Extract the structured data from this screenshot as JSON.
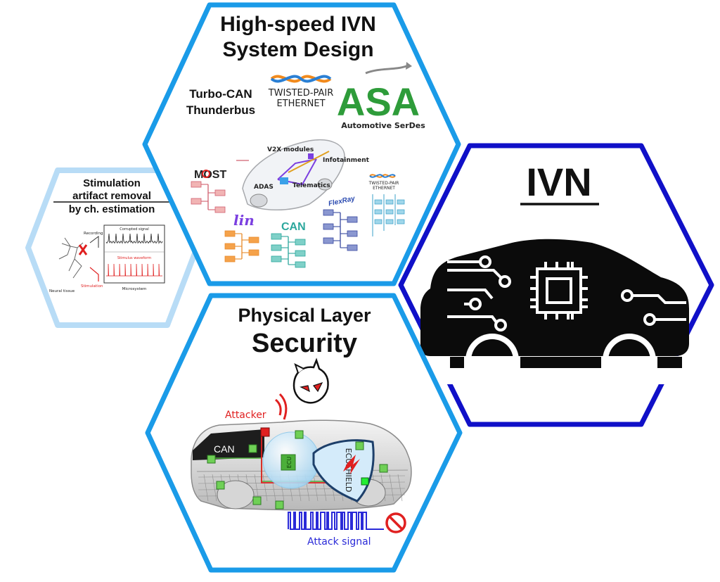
{
  "hex_top": {
    "title_line1": "High-speed IVN",
    "title_line2": "System Design",
    "label_turbo": "Turbo-CAN",
    "label_thunder": "Thunderbus",
    "twisted_line1": "TWISTED-PAIR",
    "twisted_line2": "ETHERNET",
    "serdes_logo": "ASA",
    "serdes_label": "Automotive SerDes",
    "v2x": "V2X modules",
    "infotainment": "Infotainment",
    "adas": "ADAS",
    "telematics": "Telematics",
    "most_logo": "MOST",
    "lin_logo": "lin",
    "can_logo": "CAN",
    "flexray_logo": "FlexRay",
    "twisted_small_1": "TWISTED-PAIR",
    "twisted_small_2": "ETHERNET"
  },
  "hex_left": {
    "title_line1": "Stimulation",
    "title_line2": "artifact removal",
    "title_line3": "by ch. estimation",
    "recording": "Recording",
    "corrupted": "Corrupted signal",
    "stimulus": "Stimulus waveform",
    "neural": "Neural tissue",
    "stimulation": "Stimulation",
    "microsystem": "Microsystem"
  },
  "hex_right": {
    "title": "IVN"
  },
  "hex_bottom": {
    "title_line1": "Physical Layer",
    "title_line2": "Security",
    "attacker": "Attacker",
    "can": "CAN",
    "ecu": "ECU",
    "ecushield": "ECUSHIELD",
    "attack_signal": "Attack signal"
  },
  "colors": {
    "hex_blue": "#1a9be8",
    "hex_dark_blue": "#1010c8",
    "hex_light_blue": "#b8dcf6",
    "attack_red": "#e02020",
    "signal_blue": "#2a2ad8",
    "chip_green": "#4caf3a"
  }
}
